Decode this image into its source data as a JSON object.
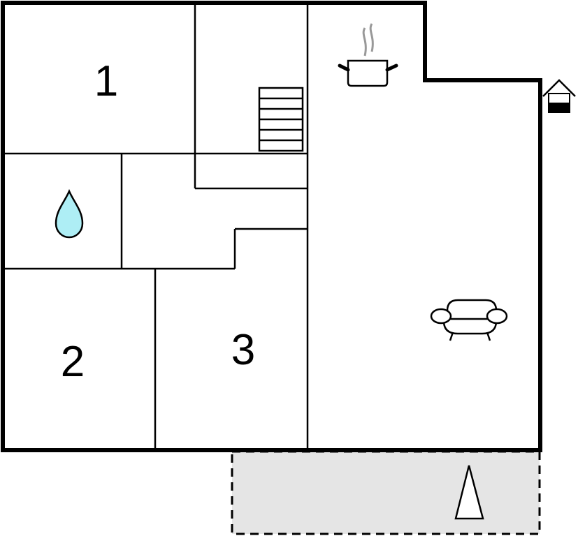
{
  "rooms": [
    {
      "label": "1"
    },
    {
      "label": "2"
    },
    {
      "label": "3"
    }
  ],
  "icons": [
    "water-drop-icon",
    "stairs-icon",
    "cooking-pot-icon",
    "entrance-house-icon",
    "sofa-icon",
    "tree-icon"
  ],
  "colors": {
    "wall": "#000000",
    "terrace": "#e5e5e5",
    "drop": "#aeeef5",
    "steam": "#999999"
  }
}
